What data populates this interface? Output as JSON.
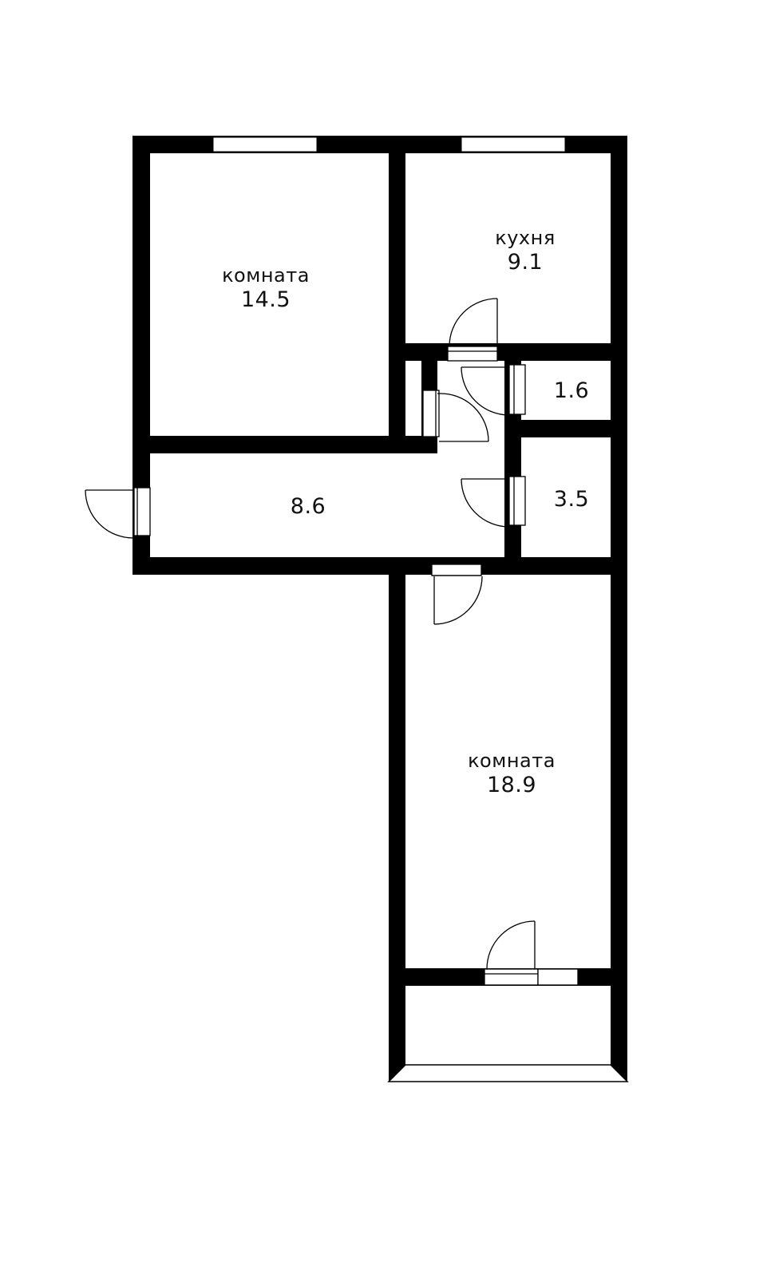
{
  "plan": {
    "wall_color": "#000000",
    "background": "#ffffff",
    "rooms": [
      {
        "id": "room-1",
        "name": "комната",
        "area": "14.5"
      },
      {
        "id": "kitchen",
        "name": "кухня",
        "area": "9.1"
      },
      {
        "id": "bathroom-small",
        "name": "",
        "area": "1.6"
      },
      {
        "id": "bathroom-large",
        "name": "",
        "area": "3.5"
      },
      {
        "id": "hallway",
        "name": "",
        "area": "8.6"
      },
      {
        "id": "room-2",
        "name": "комната",
        "area": "18.9"
      },
      {
        "id": "balcony",
        "name": "",
        "area": ""
      }
    ]
  }
}
